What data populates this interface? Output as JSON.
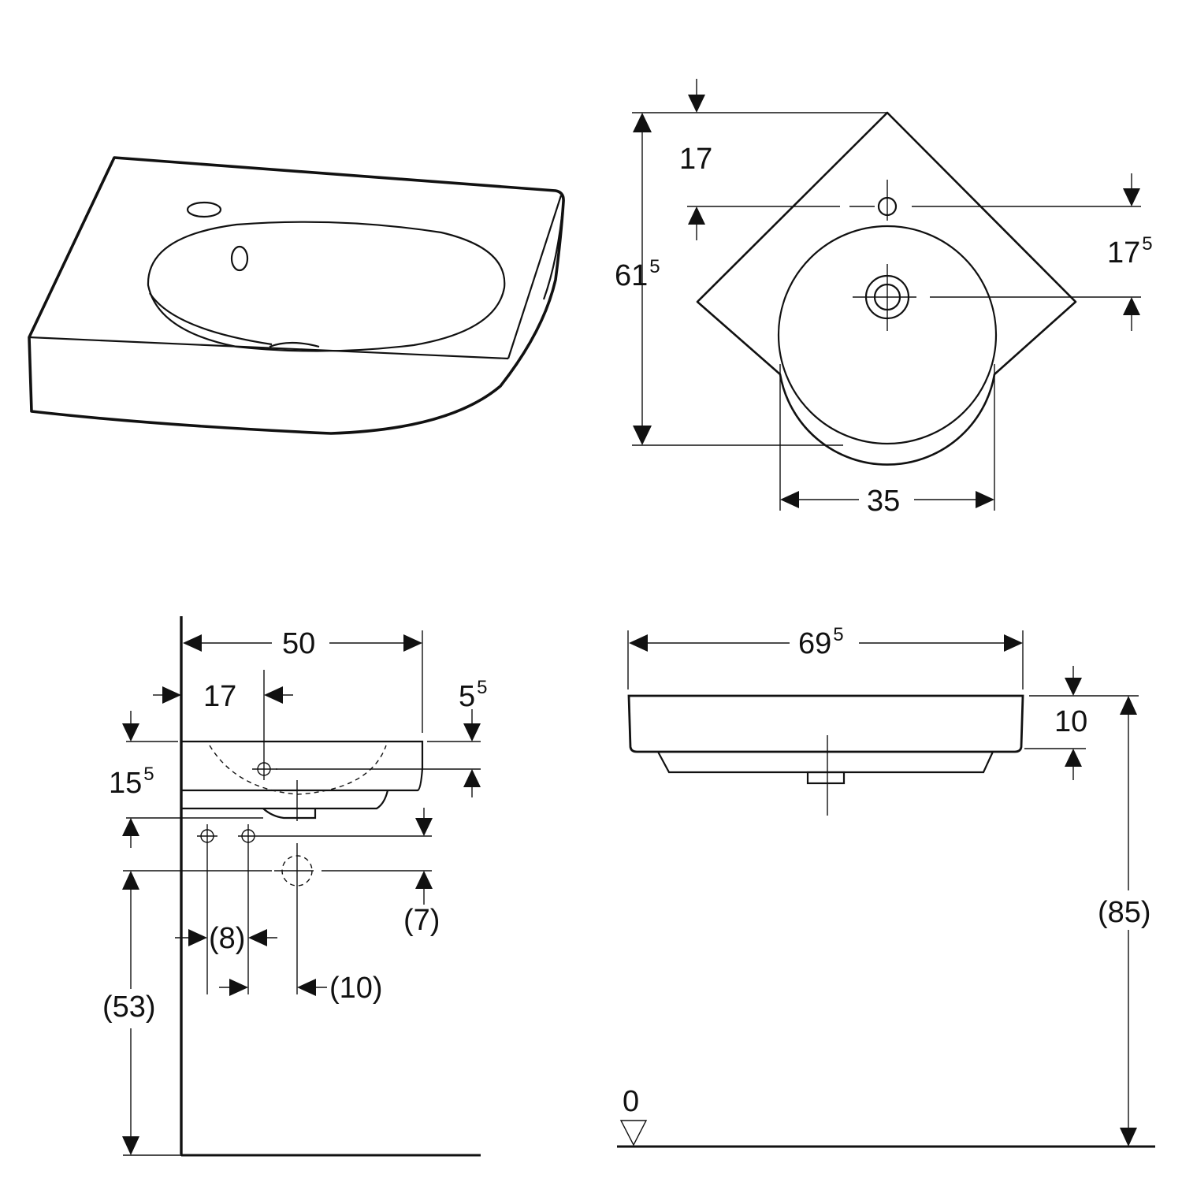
{
  "diagram": {
    "perspective_view": {},
    "top_view": {
      "dim_17": "17",
      "dim_61": {
        "base": "61",
        "sup": "5"
      },
      "dim_17_5": {
        "base": "17",
        "sup": "5"
      },
      "dim_35": "35"
    },
    "side_view": {
      "dim_50": "50",
      "dim_17": "17",
      "dim_5_5": {
        "base": "5",
        "sup": "5"
      },
      "dim_15_5": {
        "base": "15",
        "sup": "5"
      },
      "dim_7": "(7)",
      "dim_8": "(8)",
      "dim_10": "(10)",
      "dim_53": "(53)"
    },
    "front_view": {
      "dim_69_5": {
        "base": "69",
        "sup": "5"
      },
      "dim_10": "10",
      "dim_85": "(85)",
      "floor_level": "0"
    },
    "colors": {
      "line": "#111111",
      "background": "#ffffff"
    }
  }
}
